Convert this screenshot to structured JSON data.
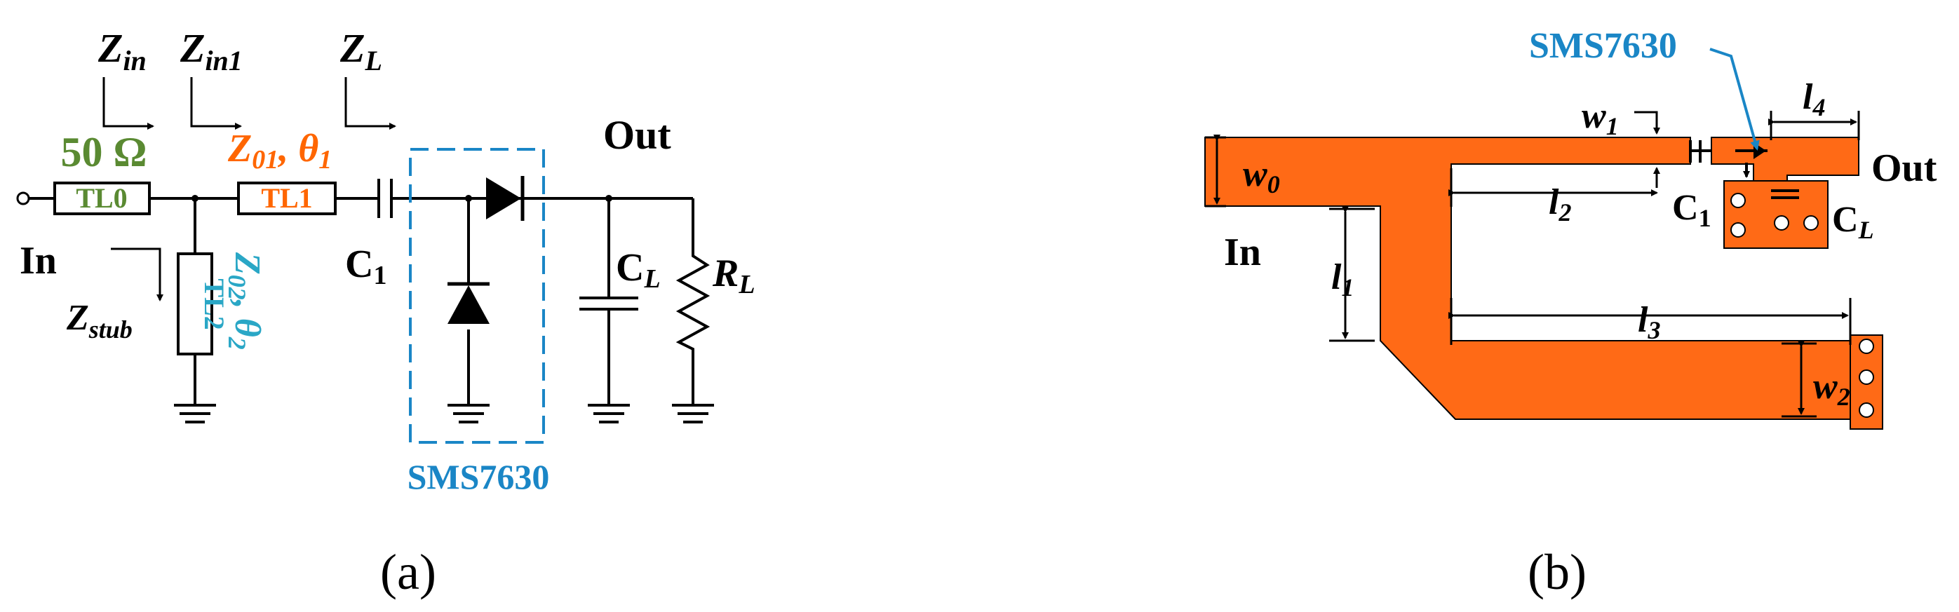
{
  "colors": {
    "ink": "#000000",
    "green": "#5a8a32",
    "orange": "#ff6600",
    "cyan": "#2aa7c6",
    "blue": "#1a86c6",
    "pcb": "#ff6a16"
  },
  "schematic": {
    "z_in": {
      "main": "Z",
      "sub": "in"
    },
    "z_in1": {
      "main": "Z",
      "sub": "in1"
    },
    "z_l": {
      "main": "Z",
      "sub": "L"
    },
    "z_stub": {
      "main": "Z",
      "sub": "stub"
    },
    "tl0_impedance": "50 Ω",
    "tl0": "TL0",
    "tl1": "TL1",
    "tl1_params": {
      "z": "Z",
      "z_sub": "01",
      "sep": ", ",
      "theta": "θ",
      "theta_sub": "1"
    },
    "tl2": "TL2",
    "tl2_params": {
      "z": "Z",
      "z_sub": "02",
      "sep": ", ",
      "theta": "θ",
      "theta_sub": "2"
    },
    "input": "In",
    "output": "Out",
    "c1": {
      "main": "C",
      "sub": "1"
    },
    "cl": {
      "main": "C",
      "sub": "L"
    },
    "rl": {
      "main": "R",
      "sub": "L"
    },
    "diode_part": "SMS7630",
    "caption": "(a)"
  },
  "layout": {
    "part": "SMS7630",
    "input": "In",
    "output": "Out",
    "w0": {
      "main": "w",
      "sub": "0"
    },
    "w1": {
      "main": "w",
      "sub": "1"
    },
    "w2": {
      "main": "w",
      "sub": "2"
    },
    "l1": {
      "main": "l",
      "sub": "1"
    },
    "l2": {
      "main": "l",
      "sub": "2"
    },
    "l3": {
      "main": "l",
      "sub": "3"
    },
    "l4": {
      "main": "l",
      "sub": "4"
    },
    "c1": {
      "main": "C",
      "sub": "1"
    },
    "cl": {
      "main": "C",
      "sub": "L"
    },
    "caption": "(b)"
  }
}
